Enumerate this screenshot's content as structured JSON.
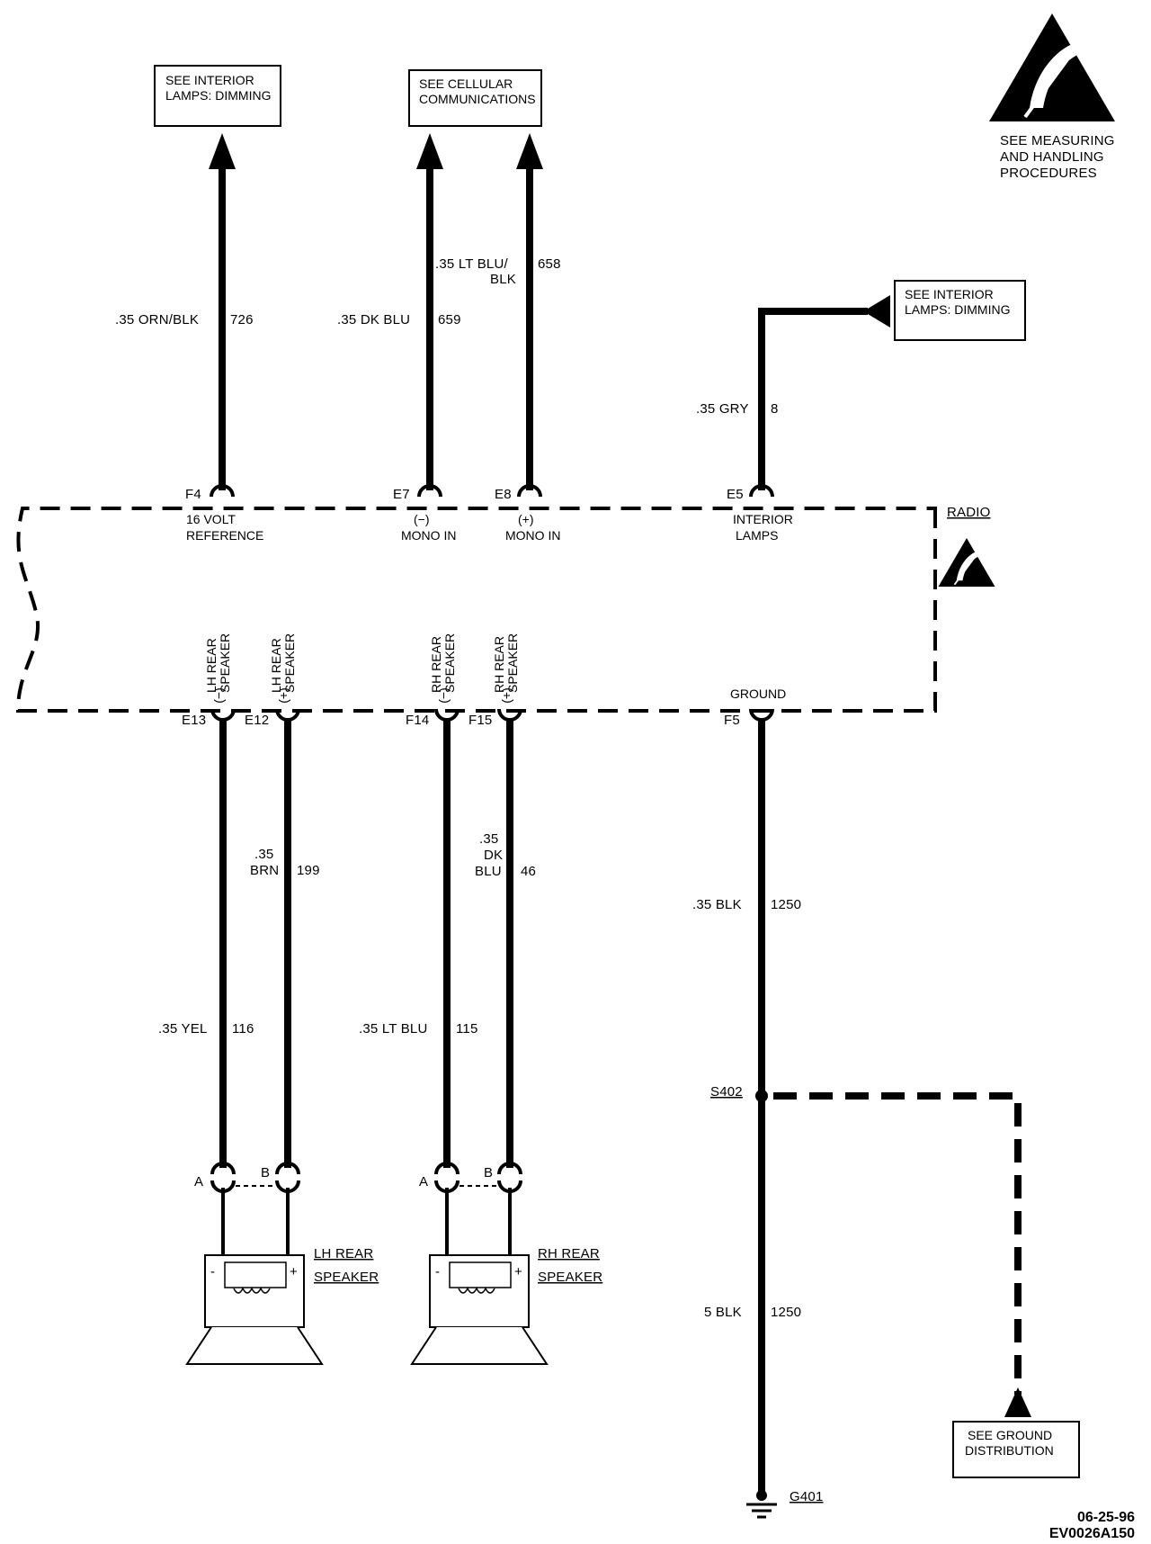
{
  "esd_notice": {
    "line1": "SEE MEASURING",
    "line2": "AND HANDLING",
    "line3": "PROCEDURES"
  },
  "refs": {
    "dimming_top": {
      "line1": "SEE INTERIOR",
      "line2": "LAMPS: DIMMING"
    },
    "cellular": {
      "line1": "SEE CELLULAR",
      "line2": "COMMUNICATIONS"
    },
    "dimming_right": {
      "line1": "SEE INTERIOR",
      "line2": "LAMPS: DIMMING"
    },
    "ground_dist": {
      "line1": "SEE GROUND",
      "line2": "DISTRIBUTION"
    }
  },
  "wires": {
    "w726": {
      "gauge_color": ".35 ORN/BLK",
      "circuit": "726"
    },
    "w659": {
      "gauge_color": ".35 DK BLU",
      "circuit": "659"
    },
    "w658": {
      "gauge_color_1": ".35 LT BLU/",
      "gauge_color_2": "BLK",
      "circuit": "658"
    },
    "w8": {
      "gauge_color": ".35 GRY",
      "circuit": "8"
    },
    "w199": {
      "gauge": ".35",
      "color": "BRN",
      "circuit": "199"
    },
    "w46": {
      "gauge": ".35",
      "color_1": "DK",
      "color_2": "BLU",
      "circuit": "46"
    },
    "w116": {
      "gauge_color": ".35 YEL",
      "circuit": "116"
    },
    "w115": {
      "gauge_color": ".35 LT BLU",
      "circuit": "115"
    },
    "w1250a": {
      "gauge_color": ".35 BLK",
      "circuit": "1250"
    },
    "w1250b": {
      "gauge_color": "5 BLK",
      "circuit": "1250"
    }
  },
  "radio": {
    "name": "RADIO",
    "top_pins": [
      {
        "pin": "F4",
        "label_1": "16 VOLT",
        "label_2": "REFERENCE"
      },
      {
        "pin": "E7",
        "label_1": "(−)",
        "label_2": "MONO IN"
      },
      {
        "pin": "E8",
        "label_1": "(+)",
        "label_2": "MONO IN"
      },
      {
        "pin": "E5",
        "label_1": "INTERIOR",
        "label_2": "LAMPS"
      }
    ],
    "bottom_pins": [
      {
        "pin": "E13",
        "label_1": "LH REAR",
        "label_2": "SPEAKER",
        "label_3": "(−)"
      },
      {
        "pin": "E12",
        "label_1": "LH REAR",
        "label_2": "SPEAKER",
        "label_3": "(+)"
      },
      {
        "pin": "F14",
        "label_1": "RH REAR",
        "label_2": "SPEAKER",
        "label_3": "(−)"
      },
      {
        "pin": "F15",
        "label_1": "RH REAR",
        "label_2": "SPEAKER",
        "label_3": "(+)"
      },
      {
        "pin": "F5",
        "label_1": "GROUND"
      }
    ]
  },
  "speakers": {
    "lh": {
      "name_1": "LH REAR",
      "name_2": "SPEAKER",
      "pin_a": "A",
      "pin_b": "B",
      "minus": "-",
      "plus": "+"
    },
    "rh": {
      "name_1": "RH REAR",
      "name_2": "SPEAKER",
      "pin_a": "A",
      "pin_b": "B",
      "minus": "-",
      "plus": "+"
    }
  },
  "splice": "S402",
  "ground": "G401",
  "footer": {
    "date": "06-25-96",
    "code": "EV0026A150"
  }
}
